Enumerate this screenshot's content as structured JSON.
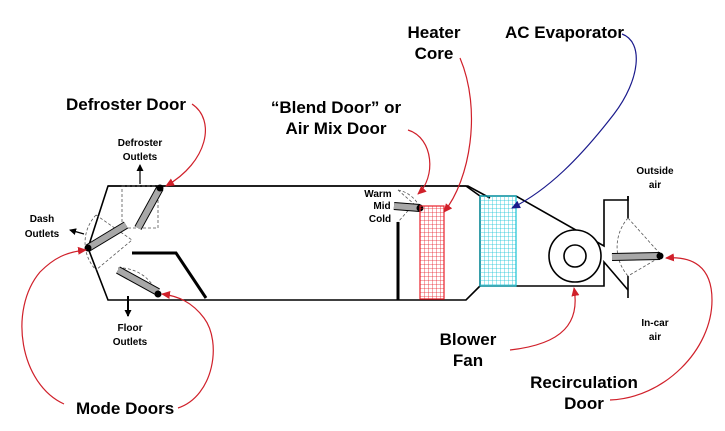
{
  "labels": {
    "defroster_door": "Defroster Door",
    "defroster_outlets_1": "Defroster",
    "defroster_outlets_2": "Outlets",
    "dash_outlets_1": "Dash",
    "dash_outlets_2": "Outlets",
    "floor_outlets_1": "Floor",
    "floor_outlets_2": "Outlets",
    "mode_doors": "Mode Doors",
    "blend_door_1": "“Blend Door” or",
    "blend_door_2": "Air Mix Door",
    "warm": "Warm",
    "mid": "Mid",
    "cold": "Cold",
    "heater_core_1": "Heater",
    "heater_core_2": "Core",
    "ac_evaporator": "AC Evaporator",
    "outside_air_1": "Outside",
    "outside_air_2": "air",
    "in_car_air_1": "In-car",
    "in_car_air_2": "air",
    "blower_fan_1": "Blower",
    "blower_fan_2": "Fan",
    "recirc_door_1": "Recirculation",
    "recirc_door_2": "Door"
  },
  "colors": {
    "leader_red": "#d0202a",
    "leader_blue": "#1a1a8c",
    "heater_core_red": "#e8202a",
    "evaporator_cyan": "#19c3d6",
    "door_gray": "#a8a8a8"
  }
}
